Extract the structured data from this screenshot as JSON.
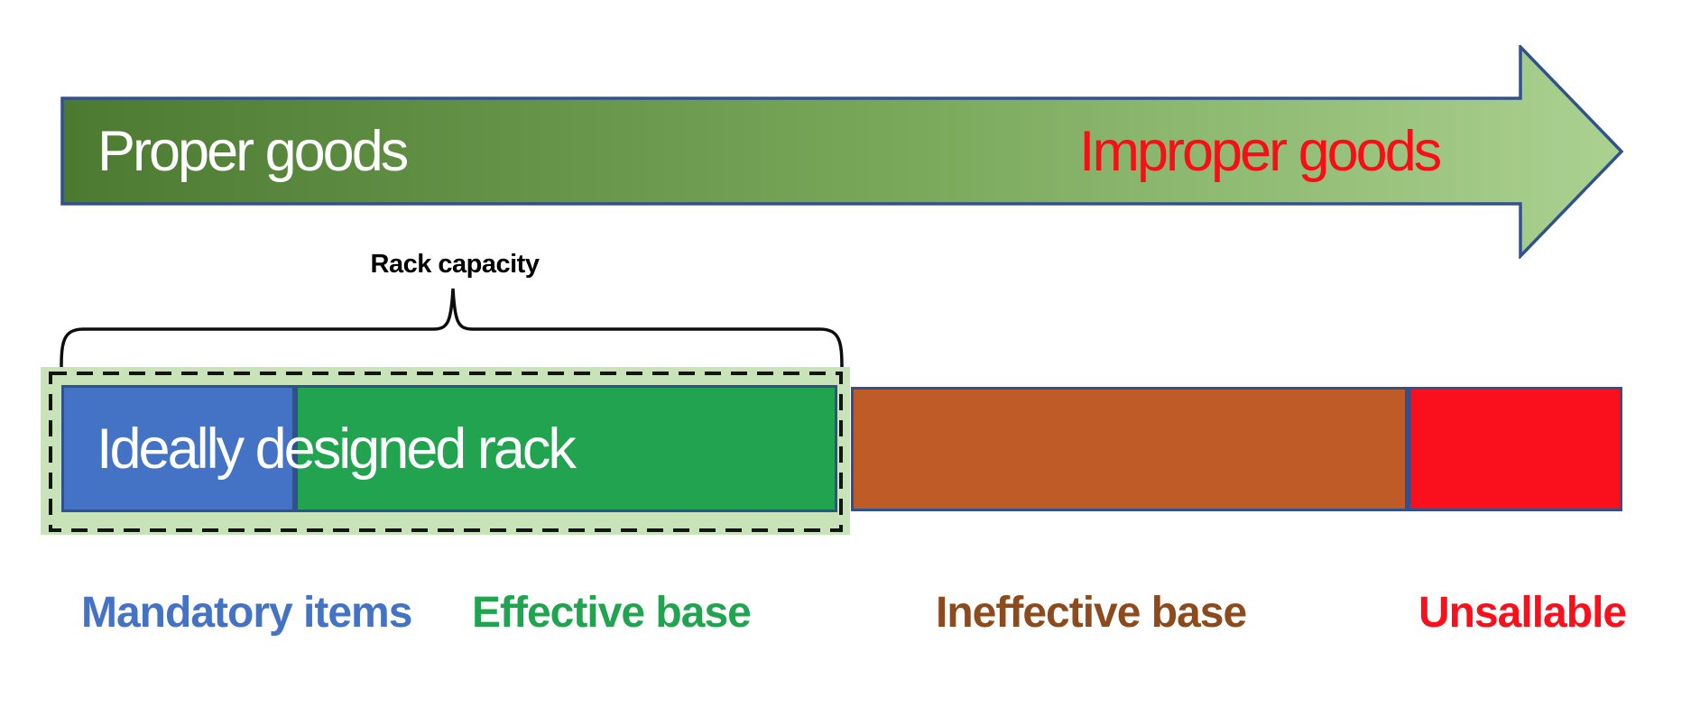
{
  "arrow": {
    "proper_label": "Proper goods",
    "improper_label": "Improper goods",
    "gradient_start": "#4c7a31",
    "gradient_end": "#abd190",
    "border_color": "#31528f",
    "proper_label_color": "#ffffff",
    "improper_label_color": "#f90d16"
  },
  "brace": {
    "label": "Rack capacity",
    "line_color": "#0d0d0d"
  },
  "rack_box": {
    "bar_label": "Ideally designed rack",
    "background_color": "#c9e3b8",
    "dash_color": "#141414",
    "segments": [
      {
        "name": "mandatory-items",
        "color": "#4472c4"
      },
      {
        "name": "effective-base",
        "color": "#21a34f"
      }
    ]
  },
  "outer_segments": [
    {
      "name": "ineffective-base",
      "color": "#bf5b27"
    },
    {
      "name": "unsallable",
      "color": "#fa0f1c"
    }
  ],
  "segment_border_color": "#2f528f",
  "legend": [
    {
      "label": "Mandatory items",
      "color": "#4472c4"
    },
    {
      "label": "Effective base",
      "color": "#21a44f"
    },
    {
      "label": "Ineffective base",
      "color": "#8c4a1d"
    },
    {
      "label": "Unsallable",
      "color": "#f8101c"
    }
  ]
}
